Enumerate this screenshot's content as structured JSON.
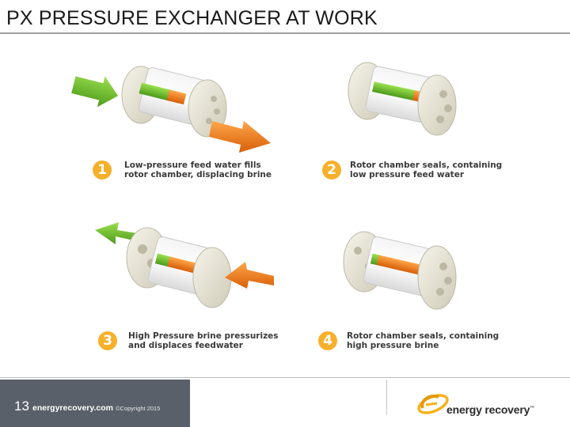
{
  "slide": {
    "title": "PX PRESSURE EXCHANGER AT WORK"
  },
  "steps": [
    {
      "number": "1",
      "line1": "Low-pressure feed water fills",
      "line2": "rotor chamber, displacing brine"
    },
    {
      "number": "2",
      "line1": "Rotor chamber seals, containing",
      "line2": "low pressure feed water"
    },
    {
      "number": "3",
      "line1": "High Pressure brine pressurizes",
      "line2": "and displaces feedwater"
    },
    {
      "number": "4",
      "line1": "Rotor chamber seals, containing",
      "line2": "high pressure brine"
    }
  ],
  "footer": {
    "slide_number": "13",
    "website": "energyrecovery.com",
    "copyright": "©Copyright 2015",
    "brand": "energy recovery",
    "trademark": "™"
  },
  "colors": {
    "feed_water": "#6cc22a",
    "brine": "#f07a18",
    "badge": "#f7b02a",
    "footer_panel": "#59606a",
    "endcap": "#e9e6d8"
  }
}
